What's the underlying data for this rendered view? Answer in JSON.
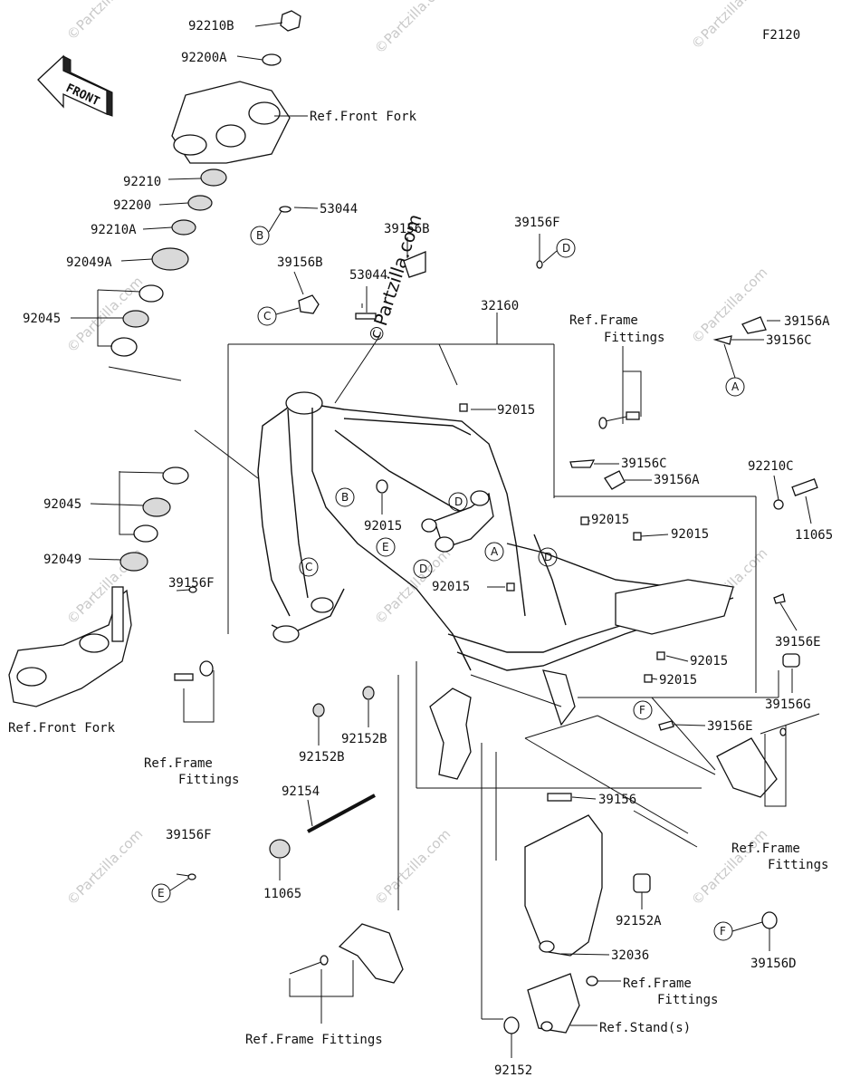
{
  "figure_code": "F2120",
  "front_label": "FRONT",
  "watermark": "©Partzilla.com",
  "parts": {
    "p92210B": "92210B",
    "p92200A": "92200A",
    "p92210": "92210",
    "p92200": "92200",
    "p92210A": "92210A",
    "p92049A": "92049A",
    "p92045_top": "92045",
    "p92045_mid": "92045",
    "p92049": "92049",
    "p53044_a": "53044",
    "p53044_b": "53044",
    "p39156B_a": "39156B",
    "p39156B_b": "39156B",
    "p39156F_a": "39156F",
    "p39156F_b": "39156F",
    "p39156F_c": "39156F",
    "p32160": "32160",
    "p92015_a": "92015",
    "p92015_b": "92015",
    "p92015_c": "92015",
    "p92015_d": "92015",
    "p92015_e": "92015",
    "p92015_f": "92015",
    "p92015_g": "92015",
    "p39156A_a": "39156A",
    "p39156A_b": "39156A",
    "p39156C_a": "39156C",
    "p39156C_b": "39156C",
    "p92210C": "92210C",
    "p11065_a": "11065",
    "p11065_b": "11065",
    "p39156E_a": "39156E",
    "p39156E_b": "39156E",
    "p39156G": "39156G",
    "p92152B_a": "92152B",
    "p92152B_b": "92152B",
    "p92154": "92154",
    "p39156": "39156",
    "p92152A": "92152A",
    "p32036": "32036",
    "p39156D": "39156D",
    "p92152": "92152"
  },
  "refs": {
    "front_fork_top": "Ref.Front Fork",
    "front_fork_bottom": "Ref.Front Fork",
    "frame_fittings_top_1": "Ref.Frame",
    "frame_fittings_top_2": "Fittings",
    "frame_fittings_left_1": "Ref.Frame",
    "frame_fittings_left_2": "Fittings",
    "frame_fittings_right_1": "Ref.Frame",
    "frame_fittings_right_2": "Fittings",
    "frame_fittings_bottom": "Ref.Frame Fittings",
    "frame_fittings_br_1": "Ref.Frame",
    "frame_fittings_br_2": "Fittings",
    "stands": "Ref.Stand(s)"
  },
  "callouts": {
    "A1": "A",
    "A2": "A",
    "B1": "B",
    "B2": "B",
    "C1": "C",
    "C2": "C",
    "D1": "D",
    "D2": "D",
    "D3": "D",
    "D4": "D",
    "E1": "E",
    "E2": "E",
    "F1": "F",
    "F2": "F"
  }
}
